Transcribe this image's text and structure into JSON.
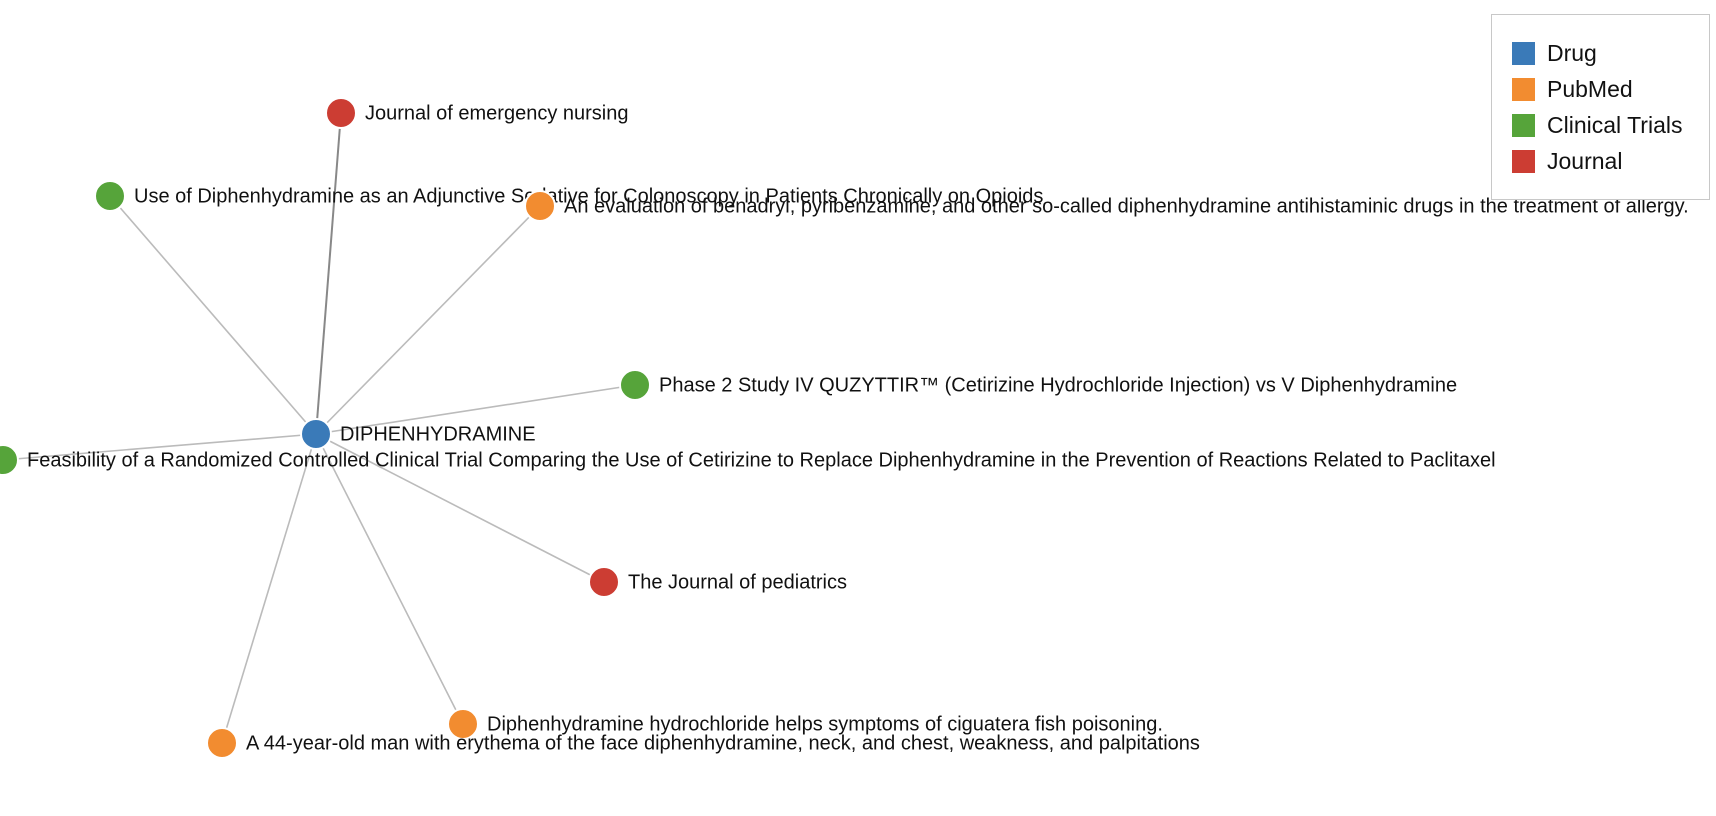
{
  "legend": {
    "items": [
      {
        "label": "Drug",
        "color": "#3a7ab8"
      },
      {
        "label": "PubMed",
        "color": "#f28c30"
      },
      {
        "label": "Clinical Trials",
        "color": "#56a43a"
      },
      {
        "label": "Journal",
        "color": "#cc3d33"
      }
    ]
  },
  "graph": {
    "nodes": [
      {
        "id": "diphenhydramine",
        "label": "DIPHENHYDRAMINE",
        "type": "Drug"
      },
      {
        "id": "journal-emergency-nursing",
        "label": "Journal of emergency nursing",
        "type": "Journal"
      },
      {
        "id": "trial-colonoscopy",
        "label": "Use of Diphenhydramine as an Adjunctive Sedative for Colonoscopy in Patients Chronically on Opioids",
        "type": "Clinical Trials"
      },
      {
        "id": "pubmed-benadryl",
        "label": "An evaluation of benadryl, pyribenzamine, and other so-called diphenhydramine antihistaminic drugs in the treatment of allergy.",
        "type": "PubMed"
      },
      {
        "id": "trial-quzyttir",
        "label": "Phase 2 Study IV QUZYTTIR™ (Cetirizine Hydrochloride Injection) vs V Diphenhydramine",
        "type": "Clinical Trials"
      },
      {
        "id": "trial-paclitaxel",
        "label": "Feasibility of a Randomized Controlled Clinical Trial Comparing the Use of Cetirizine to Replace Diphenhydramine in the Prevention of Reactions Related to Paclitaxel",
        "type": "Clinical Trials"
      },
      {
        "id": "journal-pediatrics",
        "label": "The Journal of pediatrics",
        "type": "Journal"
      },
      {
        "id": "pubmed-ciguatera",
        "label": "Diphenhydramine hydrochloride helps symptoms of ciguatera fish poisoning.",
        "type": "PubMed"
      },
      {
        "id": "pubmed-erythema",
        "label": "A 44-year-old man with erythema of the face diphenhydramine, neck, and chest, weakness, and palpitations",
        "type": "PubMed"
      }
    ],
    "edges": [
      {
        "source": "diphenhydramine",
        "target": "journal-emergency-nursing"
      },
      {
        "source": "diphenhydramine",
        "target": "trial-colonoscopy"
      },
      {
        "source": "diphenhydramine",
        "target": "pubmed-benadryl"
      },
      {
        "source": "diphenhydramine",
        "target": "trial-quzyttir"
      },
      {
        "source": "diphenhydramine",
        "target": "trial-paclitaxel"
      },
      {
        "source": "diphenhydramine",
        "target": "journal-pediatrics"
      },
      {
        "source": "diphenhydramine",
        "target": "pubmed-ciguatera"
      },
      {
        "source": "diphenhydramine",
        "target": "pubmed-erythema"
      }
    ]
  }
}
